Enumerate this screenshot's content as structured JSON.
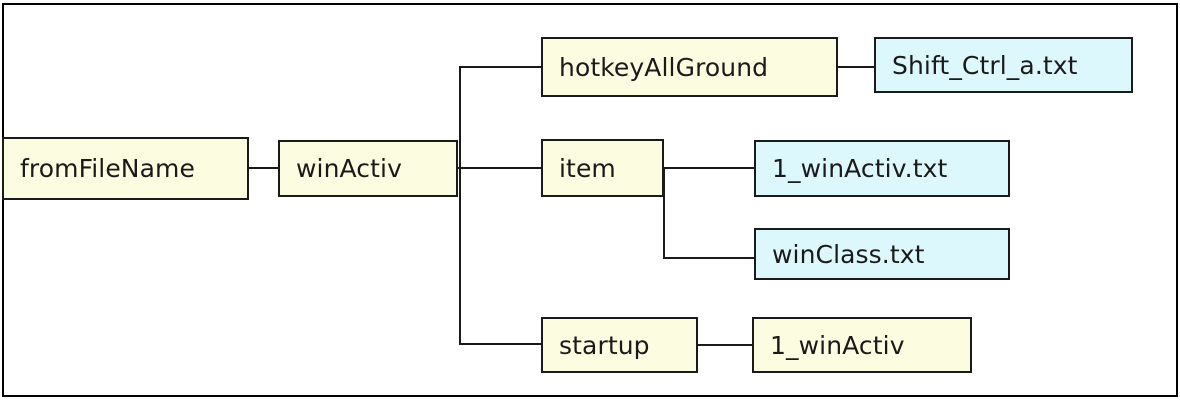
{
  "diagram": {
    "type": "tree",
    "title": "fromFileName tree",
    "colors": {
      "node_fill_yellow": "#fcfce0",
      "node_fill_blue": "#ddf8fc",
      "stroke": "#1a1a1a",
      "frame": "#000000",
      "background": "#ffffff"
    },
    "nodes": {
      "root": {
        "label": "fromFileName",
        "fill": "yellow"
      },
      "winactiv": {
        "label": "winActiv",
        "fill": "yellow"
      },
      "hotkey": {
        "label": "hotkeyAllGround",
        "fill": "yellow"
      },
      "shiftctrl": {
        "label": "Shift_Ctrl_a.txt",
        "fill": "blue"
      },
      "item": {
        "label": "item",
        "fill": "yellow"
      },
      "winactivtxt": {
        "label": "1_winActiv.txt",
        "fill": "blue"
      },
      "winclasstxt": {
        "label": "winClass.txt",
        "fill": "blue"
      },
      "startup": {
        "label": "startup",
        "fill": "yellow"
      },
      "startup_child": {
        "label": "1_winActiv",
        "fill": "yellow"
      }
    },
    "edges": [
      {
        "from": "root",
        "to": "winactiv"
      },
      {
        "from": "winactiv",
        "to": "hotkey"
      },
      {
        "from": "winactiv",
        "to": "item"
      },
      {
        "from": "winactiv",
        "to": "startup"
      },
      {
        "from": "hotkey",
        "to": "shiftctrl"
      },
      {
        "from": "item",
        "to": "winactivtxt"
      },
      {
        "from": "item",
        "to": "winclasstxt"
      },
      {
        "from": "startup",
        "to": "startup_child"
      }
    ]
  }
}
